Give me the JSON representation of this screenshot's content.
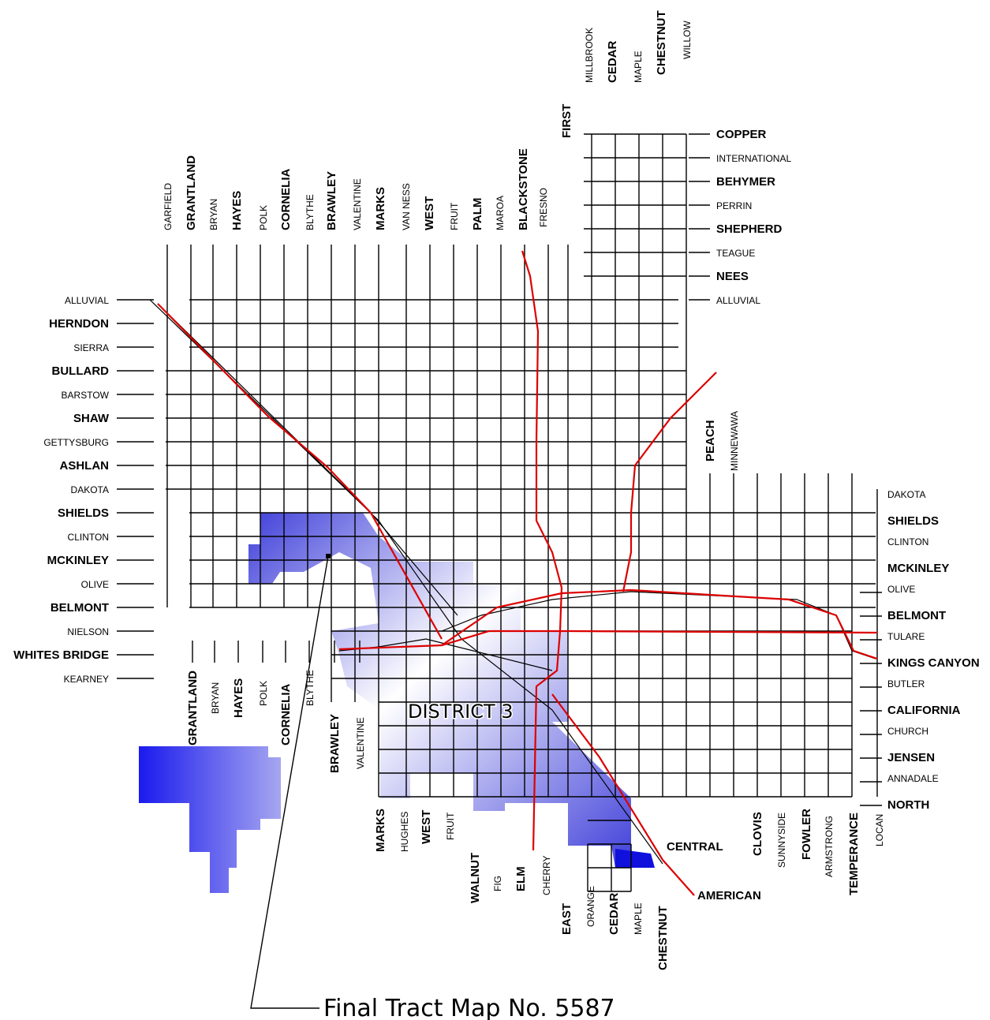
{
  "map": {
    "district_label": "DISTRICT 3",
    "tract_label": "Final Tract Map No. 5587",
    "district_color": "#2b2bd6",
    "highway_color": "#dd0000",
    "left_streets": [
      {
        "name": "ALLUVIAL",
        "major": false
      },
      {
        "name": "HERNDON",
        "major": true
      },
      {
        "name": "SIERRA",
        "major": false
      },
      {
        "name": "BULLARD",
        "major": true
      },
      {
        "name": "BARSTOW",
        "major": false
      },
      {
        "name": "SHAW",
        "major": true
      },
      {
        "name": "GETTYSBURG",
        "major": false
      },
      {
        "name": "ASHLAN",
        "major": true
      },
      {
        "name": "DAKOTA",
        "major": false
      },
      {
        "name": "SHIELDS",
        "major": true
      },
      {
        "name": "CLINTON",
        "major": false
      },
      {
        "name": "MCKINLEY",
        "major": true
      },
      {
        "name": "OLIVE",
        "major": false
      },
      {
        "name": "BELMONT",
        "major": true
      },
      {
        "name": "NIELSON",
        "major": false
      },
      {
        "name": "WHITES BRIDGE",
        "major": true
      },
      {
        "name": "KEARNEY",
        "major": false
      }
    ],
    "right_top_streets": [
      {
        "name": "COPPER",
        "major": true
      },
      {
        "name": "INTERNATIONAL",
        "major": false
      },
      {
        "name": "BEHYMER",
        "major": true
      },
      {
        "name": "PERRIN",
        "major": false
      },
      {
        "name": "SHEPHERD",
        "major": true
      },
      {
        "name": "TEAGUE",
        "major": false
      },
      {
        "name": "NEES",
        "major": true
      },
      {
        "name": "ALLUVIAL",
        "major": false
      }
    ],
    "right_bottom_streets": [
      {
        "name": "DAKOTA",
        "major": false
      },
      {
        "name": "SHIELDS",
        "major": true
      },
      {
        "name": "CLINTON",
        "major": false
      },
      {
        "name": "MCKINLEY",
        "major": true
      },
      {
        "name": "OLIVE",
        "major": false
      },
      {
        "name": "BELMONT",
        "major": true
      },
      {
        "name": "TULARE",
        "major": false
      },
      {
        "name": "KINGS  CANYON",
        "major": true
      },
      {
        "name": "BUTLER",
        "major": false
      },
      {
        "name": "CALIFORNIA",
        "major": true
      },
      {
        "name": "CHURCH",
        "major": false
      },
      {
        "name": "JENSEN",
        "major": true
      },
      {
        "name": "ANNADALE",
        "major": false
      },
      {
        "name": "NORTH",
        "major": true
      }
    ],
    "top_streets": [
      {
        "name": "GARFIELD",
        "major": false
      },
      {
        "name": "GRANTLAND",
        "major": true
      },
      {
        "name": "BRYAN",
        "major": false
      },
      {
        "name": "HAYES",
        "major": true
      },
      {
        "name": "POLK",
        "major": false
      },
      {
        "name": "CORNELIA",
        "major": true
      },
      {
        "name": "BLYTHE",
        "major": false
      },
      {
        "name": "BRAWLEY",
        "major": true
      },
      {
        "name": "VALENTINE",
        "major": false
      },
      {
        "name": "MARKS",
        "major": true
      },
      {
        "name": "VAN NESS",
        "major": false
      },
      {
        "name": "WEST",
        "major": true
      },
      {
        "name": "FRUIT",
        "major": false
      },
      {
        "name": "PALM",
        "major": true
      },
      {
        "name": "MAROA",
        "major": false
      },
      {
        "name": "BLACKSTONE",
        "major": true
      },
      {
        "name": "FRESNO",
        "major": false
      },
      {
        "name": "FIRST",
        "major": true
      },
      {
        "name": "MILLBROOK",
        "major": false
      },
      {
        "name": "CEDAR",
        "major": true
      },
      {
        "name": "MAPLE",
        "major": false
      },
      {
        "name": "CHESTNUT",
        "major": true
      },
      {
        "name": "WILLOW",
        "major": false
      }
    ],
    "west_bottom_streets": [
      {
        "name": "GRANTLAND",
        "major": true
      },
      {
        "name": "BRYAN",
        "major": false
      },
      {
        "name": "HAYES",
        "major": true
      },
      {
        "name": "POLK",
        "major": false
      },
      {
        "name": "CORNELIA",
        "major": true
      },
      {
        "name": "BLYTHE",
        "major": false
      },
      {
        "name": "BRAWLEY",
        "major": true
      },
      {
        "name": "VALENTINE",
        "major": false
      }
    ],
    "south_bottom_streets": [
      {
        "name": "MARKS",
        "major": true
      },
      {
        "name": "HUGHES",
        "major": false
      },
      {
        "name": "WEST",
        "major": true
      },
      {
        "name": "FRUIT",
        "major": false
      },
      {
        "name": "WALNUT",
        "major": true
      },
      {
        "name": "FIG",
        "major": false
      },
      {
        "name": "ELM",
        "major": true
      },
      {
        "name": "CHERRY",
        "major": false
      },
      {
        "name": "EAST",
        "major": true
      },
      {
        "name": "ORANGE",
        "major": false
      },
      {
        "name": "CEDAR",
        "major": true
      },
      {
        "name": "MAPLE",
        "major": false
      },
      {
        "name": "CHESTNUT",
        "major": true
      }
    ],
    "east_bottom_streets": [
      {
        "name": "CLOVIS",
        "major": true
      },
      {
        "name": "SUNNYSIDE",
        "major": false
      },
      {
        "name": "FOWLER",
        "major": true
      },
      {
        "name": "ARMSTRONG",
        "major": false
      },
      {
        "name": "TEMPERANCE",
        "major": true
      },
      {
        "name": "LOCAN",
        "major": false
      }
    ],
    "misc_labels": {
      "peach": "PEACH",
      "minnewawa": "MINNEWAWA",
      "central": "CENTRAL",
      "american": "AMERICAN"
    }
  }
}
